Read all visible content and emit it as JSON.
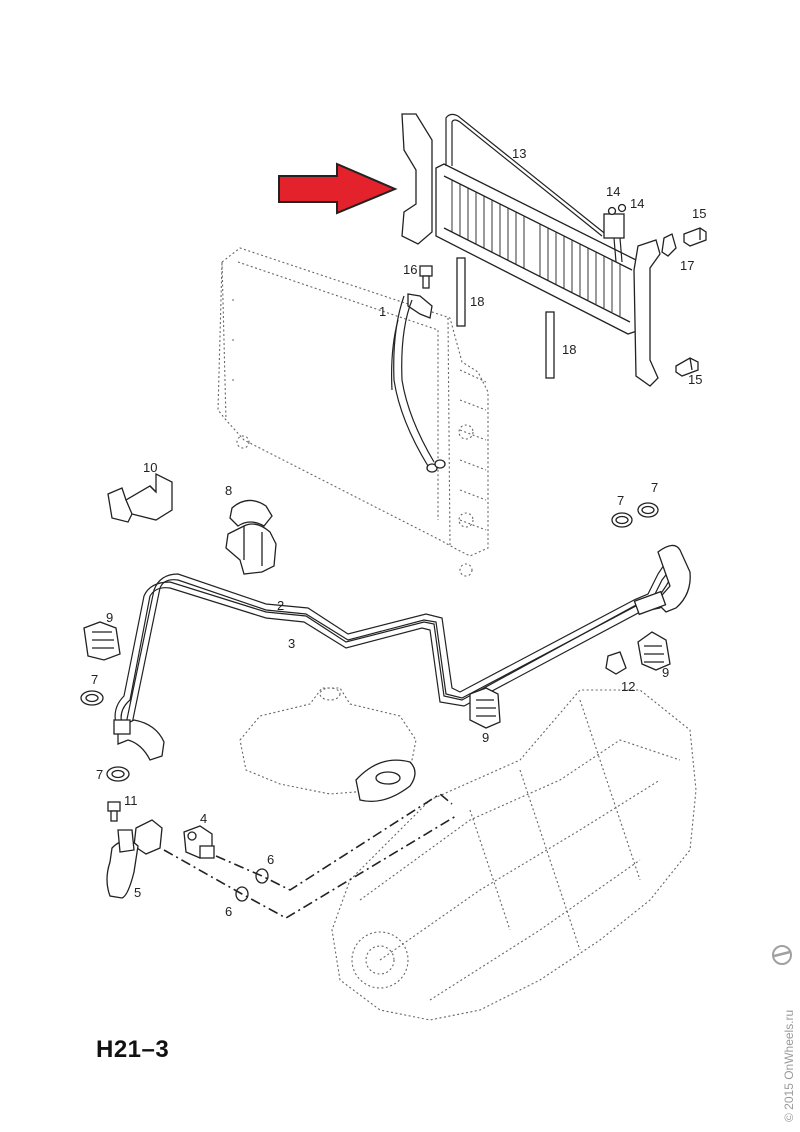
{
  "diagram": {
    "reference_code": "H21–3",
    "watermark": "© 2015 OnWheels.ru",
    "colors": {
      "highlight_arrow": "#e3222b",
      "line": "#222222",
      "ghost": "#666666"
    },
    "callouts": [
      {
        "id": "c1",
        "text": "1"
      },
      {
        "id": "c2",
        "text": "2"
      },
      {
        "id": "c3",
        "text": "3"
      },
      {
        "id": "c4",
        "text": "4"
      },
      {
        "id": "c5",
        "text": "5"
      },
      {
        "id": "c6a",
        "text": "6"
      },
      {
        "id": "c6b",
        "text": "6"
      },
      {
        "id": "c7a",
        "text": "7"
      },
      {
        "id": "c7b",
        "text": "7"
      },
      {
        "id": "c7c",
        "text": "7"
      },
      {
        "id": "c7d",
        "text": "7"
      },
      {
        "id": "c8",
        "text": "8"
      },
      {
        "id": "c9a",
        "text": "9"
      },
      {
        "id": "c9b",
        "text": "9"
      },
      {
        "id": "c9c",
        "text": "9"
      },
      {
        "id": "c10",
        "text": "10"
      },
      {
        "id": "c11",
        "text": "11"
      },
      {
        "id": "c12",
        "text": "12"
      },
      {
        "id": "c13",
        "text": "13"
      },
      {
        "id": "c14a",
        "text": "14"
      },
      {
        "id": "c14b",
        "text": "14"
      },
      {
        "id": "c15a",
        "text": "15"
      },
      {
        "id": "c15b",
        "text": "15"
      },
      {
        "id": "c16",
        "text": "16"
      },
      {
        "id": "c17",
        "text": "17"
      },
      {
        "id": "c18a",
        "text": "18"
      },
      {
        "id": "c18b",
        "text": "18"
      }
    ]
  }
}
